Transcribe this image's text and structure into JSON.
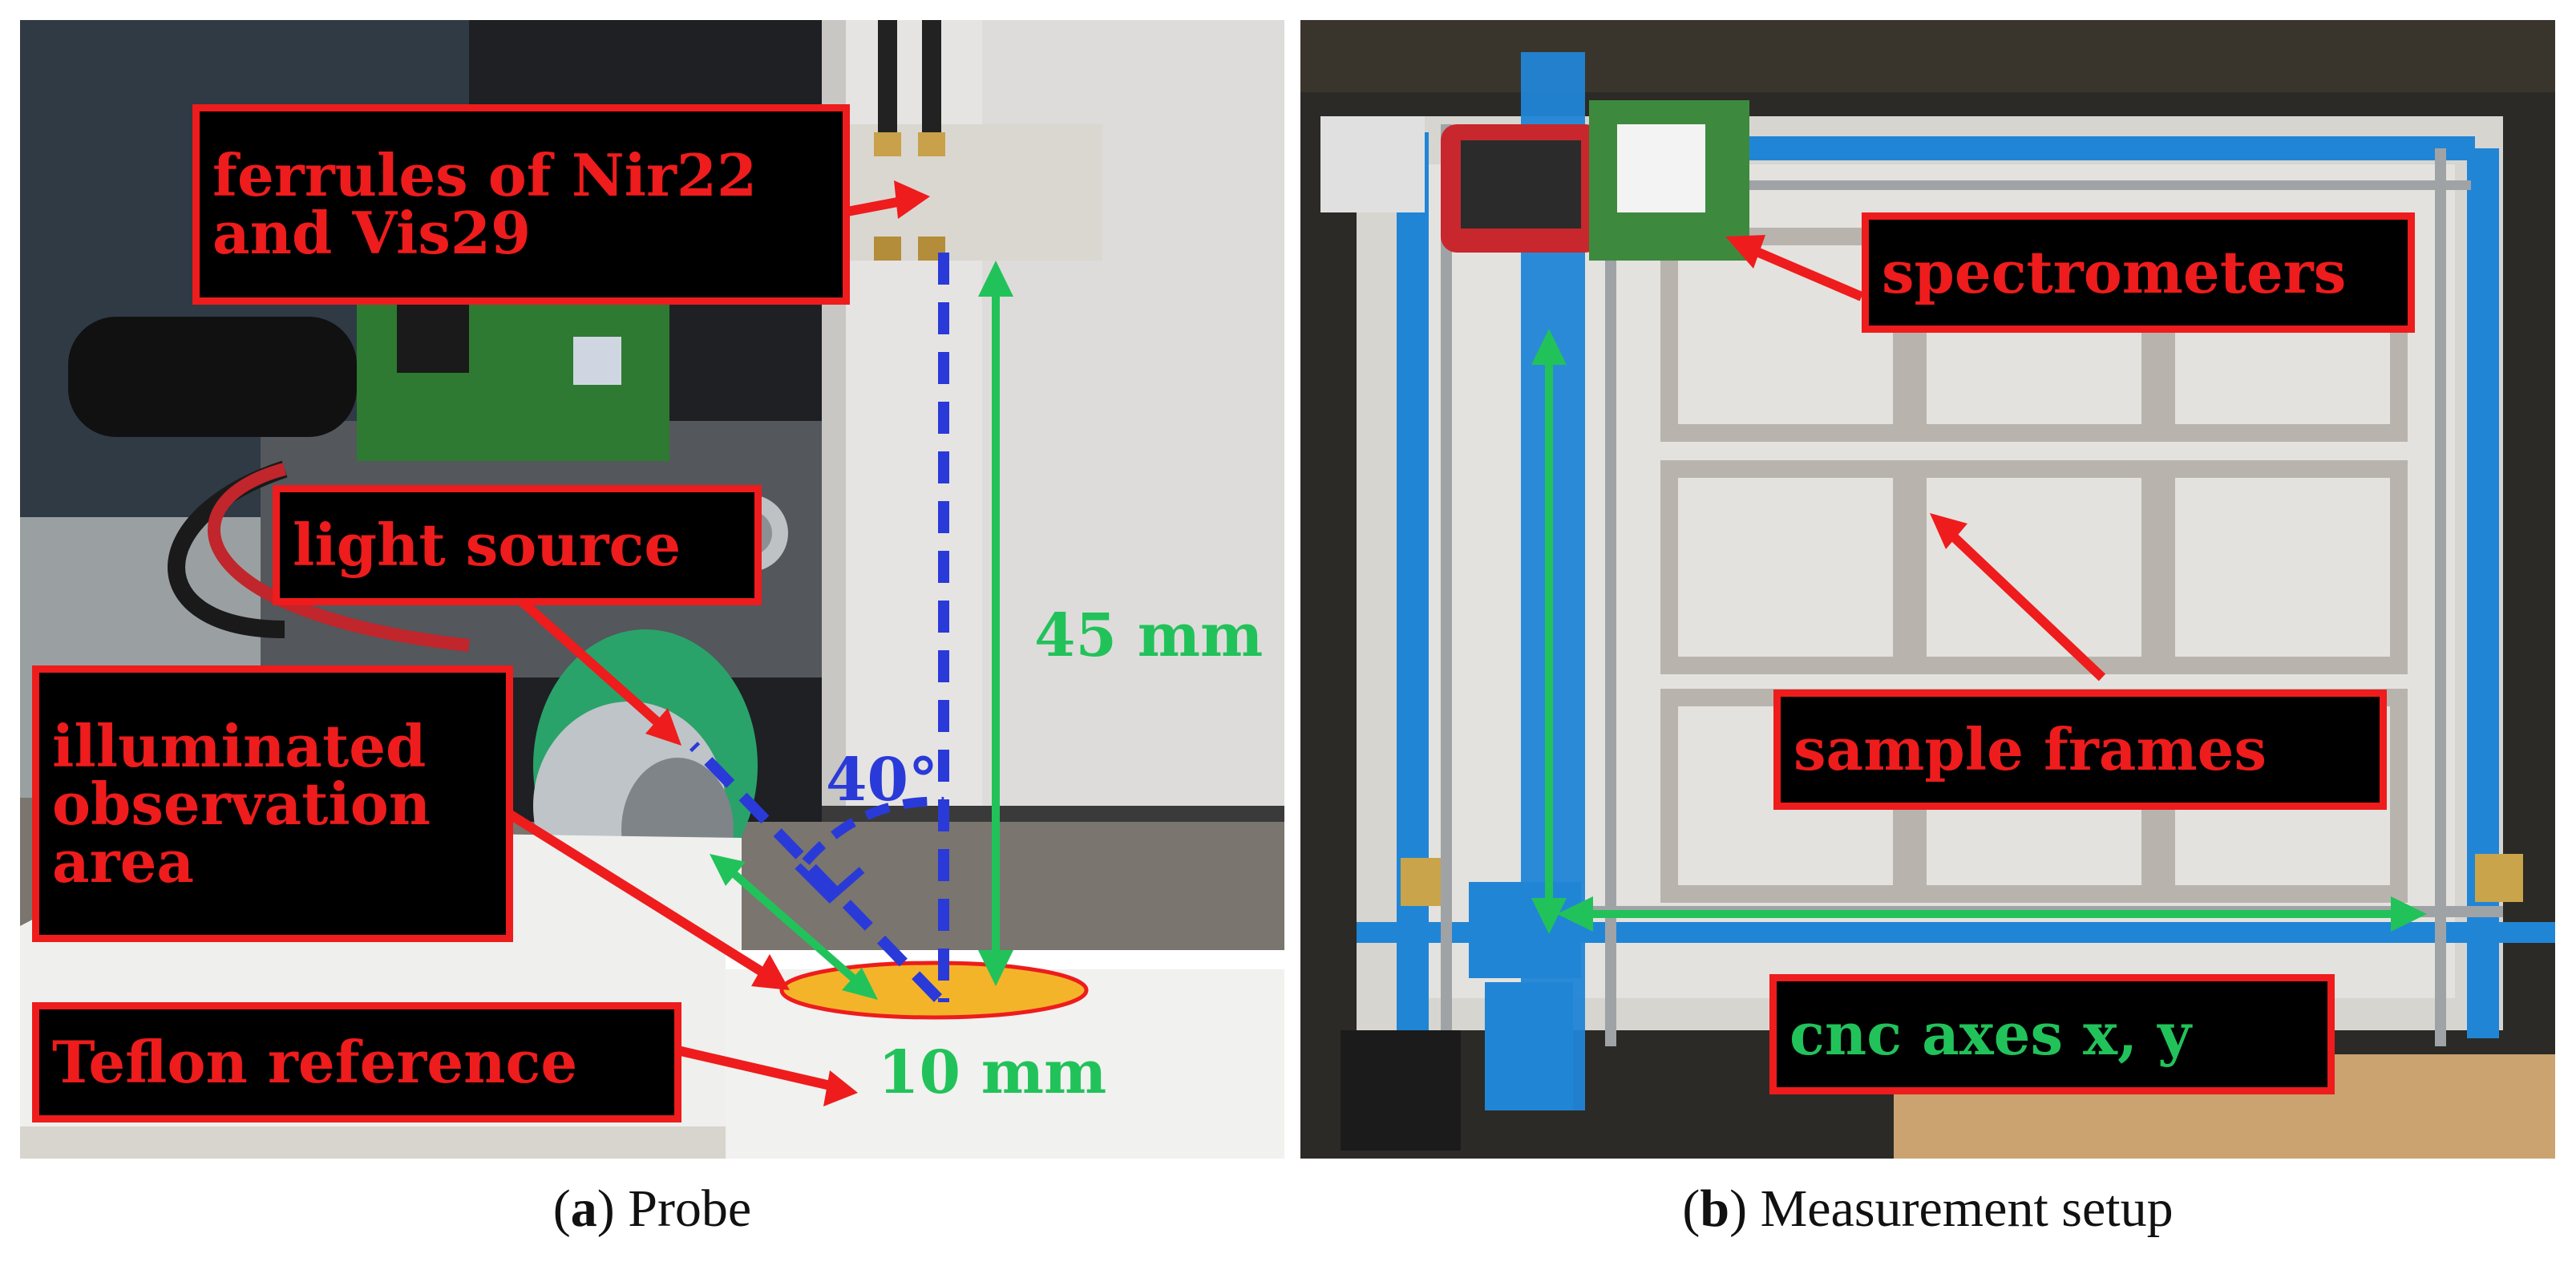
{
  "panel_a": {
    "labels": {
      "ferrules": "ferrules of Nir22\nand Vis29",
      "light_source": "light source",
      "illuminated": "illuminated\nobservation\narea",
      "teflon": "Teflon reference"
    },
    "measures": {
      "height": "45 mm",
      "spot": "10 mm",
      "angle": "40°"
    },
    "caption": {
      "letter": "a",
      "text": "Probe"
    }
  },
  "panel_b": {
    "labels": {
      "spectrometers": "spectrometers",
      "sample_frames": "sample frames",
      "cnc_axes": "cnc axes x, y"
    },
    "caption": {
      "letter": "b",
      "text": "Measurement setup"
    }
  },
  "colors": {
    "label_border": "#ee1c1c",
    "label_text": "#ee1c1c",
    "label_green_text": "#22c25a",
    "arrow_red": "#ee1c1c",
    "arrow_green": "#22c25a",
    "dash_blue": "#2a3ad8",
    "spot_fill": "#f4b42a"
  }
}
